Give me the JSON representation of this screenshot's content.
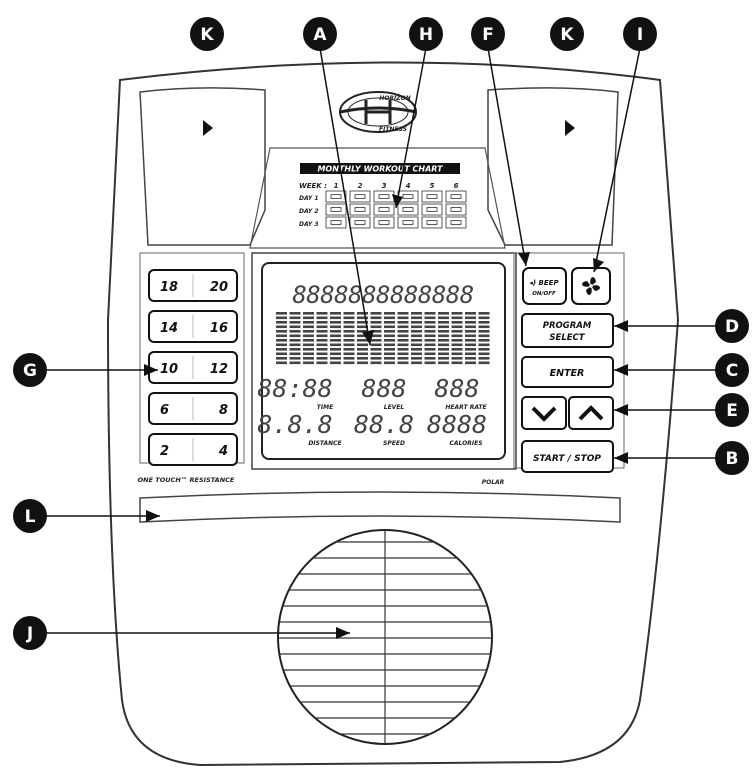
{
  "callouts": {
    "A": "A",
    "B": "B",
    "C": "C",
    "D": "D",
    "E": "E",
    "F": "F",
    "G": "G",
    "H": "H",
    "I": "I",
    "J": "J",
    "K": "K",
    "L": "L"
  },
  "logo": {
    "top": "HORIZON",
    "bottom": "FITNESS"
  },
  "chart": {
    "title": "MONTHLY WORKOUT CHART",
    "week_label": "WEEK :",
    "weeks": [
      "1",
      "2",
      "3",
      "4",
      "5",
      "6"
    ],
    "days": [
      "DAY 1",
      "DAY 2",
      "DAY 3"
    ]
  },
  "resistance": {
    "rows": [
      [
        "18",
        "20"
      ],
      [
        "14",
        "16"
      ],
      [
        "10",
        "12"
      ],
      [
        "6",
        "8"
      ],
      [
        "2",
        "4"
      ]
    ],
    "caption": "ONE TOUCH™ RESISTANCE"
  },
  "display": {
    "top_row": "8888888888888",
    "readouts": [
      {
        "value": "88:88",
        "label": "TIME"
      },
      {
        "value": "888",
        "label": "LEVEL"
      },
      {
        "value": "888",
        "label": "HEART RATE"
      },
      {
        "value": "8.8.8",
        "label": "DISTANCE"
      },
      {
        "value": "88.8",
        "label": "SPEED"
      },
      {
        "value": "8888",
        "label": "CALORIES"
      }
    ],
    "brand": "POLAR"
  },
  "buttons": {
    "beep_line1": "◂) BEEP",
    "beep_line2": "ON/OFF",
    "program_line1": "PROGRAM",
    "program_line2": "SELECT",
    "enter": "ENTER",
    "start_stop": "START / STOP"
  },
  "icons": {
    "fan": "fan-icon",
    "down": "chevron-down-icon",
    "up": "chevron-up-icon"
  }
}
